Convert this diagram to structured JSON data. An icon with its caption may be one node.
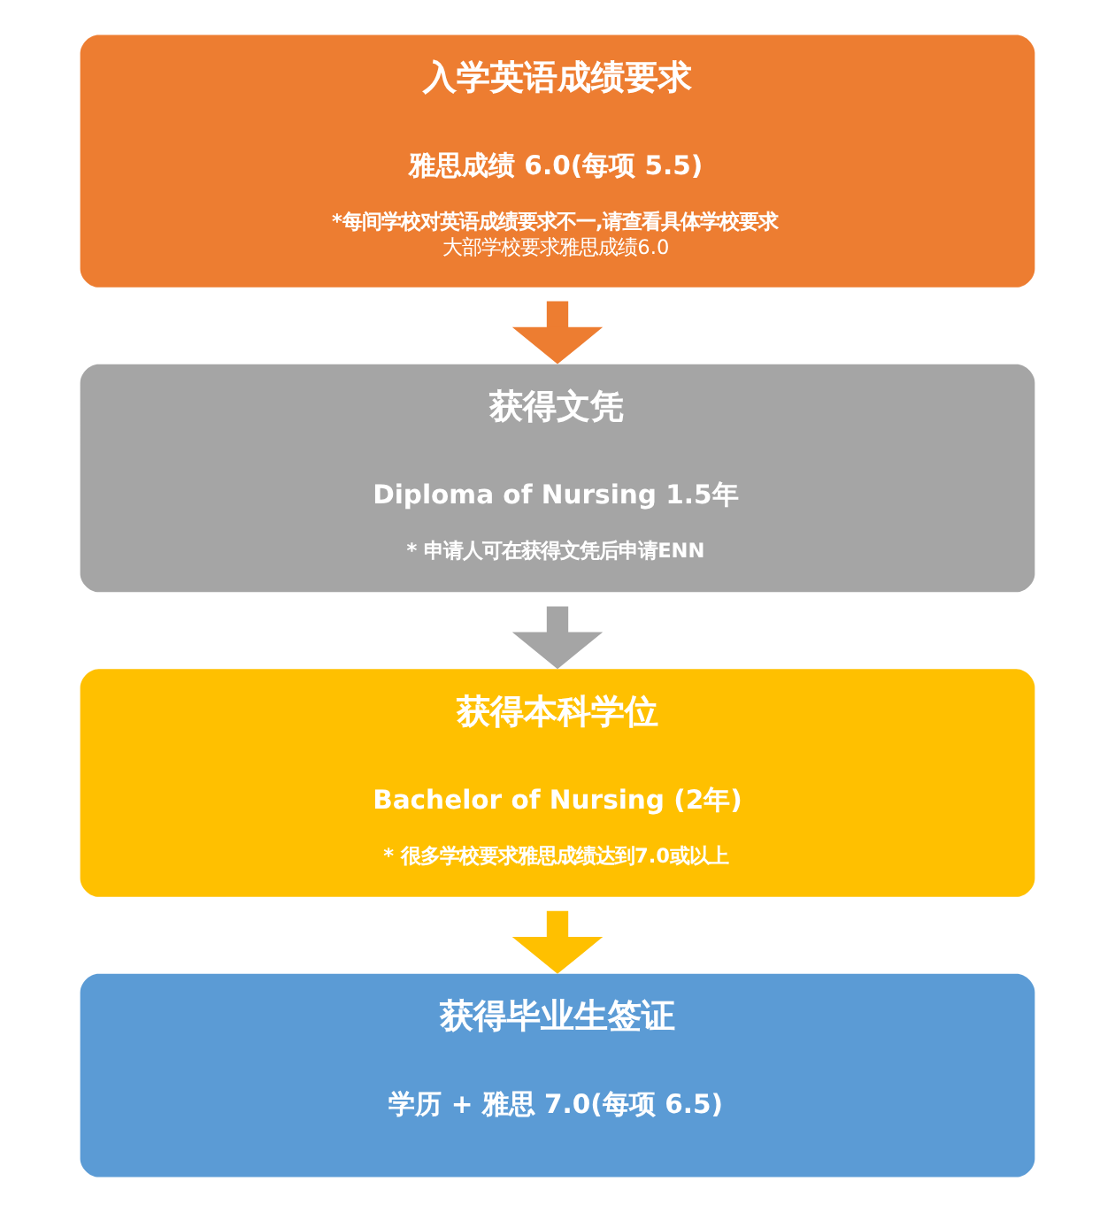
{
  "diagram": {
    "nodes": [
      {
        "text": [
          "入学英语成绩要求",
          "雅思成绩 6.0(每项 5.5)",
          "*每间学校对英语成绩要求不一,请查看具体学校要求",
          "大部学校要求雅思成绩6.0"
        ]
      },
      {
        "text": [
          "获得文凭",
          "Diploma of Nursing 1.5年",
          "* 申请人可在获得文凭后申请ENN"
        ]
      },
      {
        "text": [
          "获得本科学位",
          "Bachelor of Nursing (2年)",
          "* 很多学校要求雅思成绩达到7.0或以上"
        ]
      },
      {
        "text": [
          "获得毕业生签证",
          "学历 + 雅思 7.0(每项 6.5)"
        ]
      }
    ],
    "edges": [
      {
        "from": 0,
        "to": 1,
        "arrow": "to",
        "color": "#ed7d31"
      },
      {
        "from": 1,
        "to": 2,
        "arrow": "to",
        "color": "#a5a5a5"
      },
      {
        "from": 2,
        "to": 3,
        "arrow": "to",
        "color": "#ffc000"
      }
    ]
  }
}
